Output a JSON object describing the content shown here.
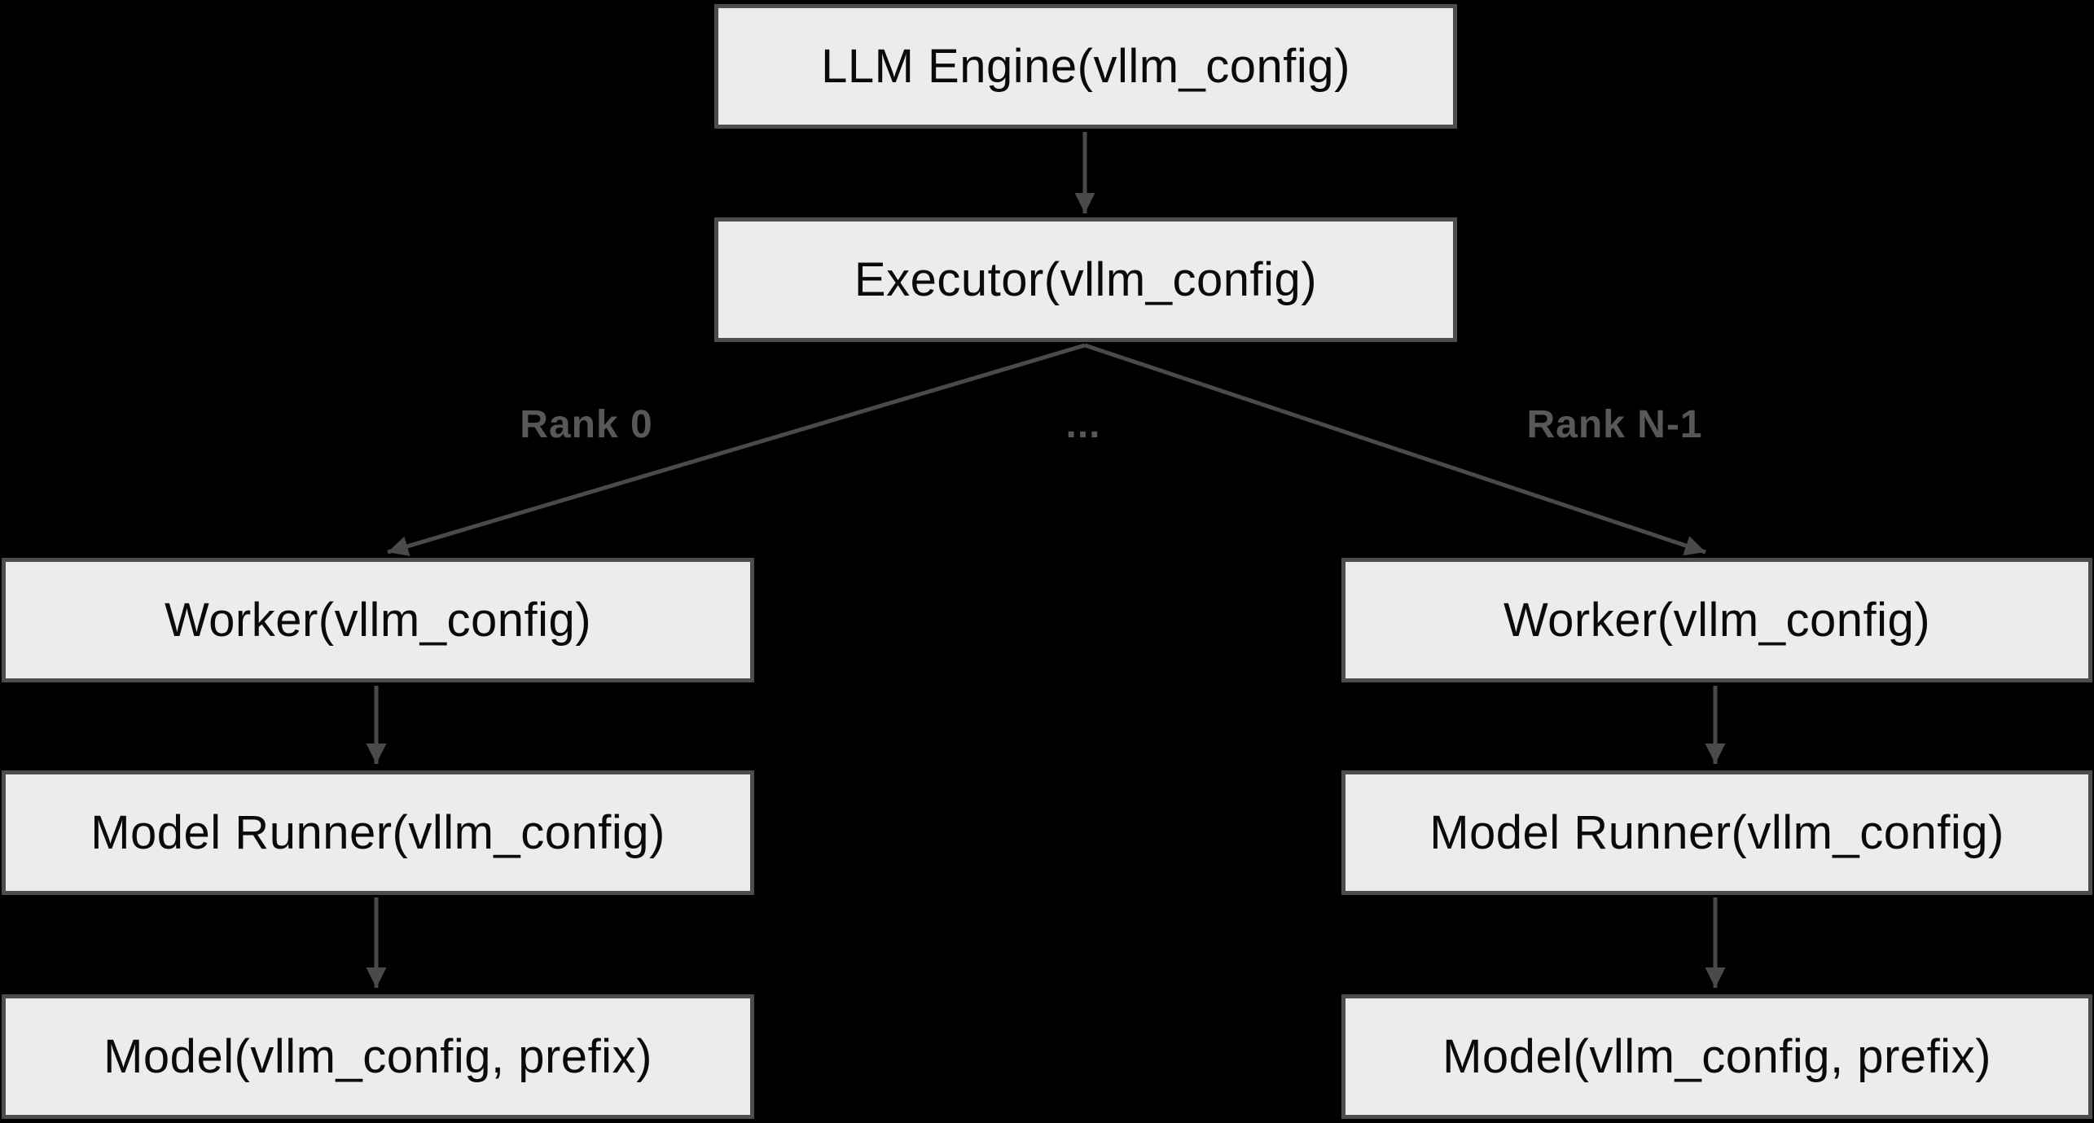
{
  "colors": {
    "bg": "#000000",
    "box_fill": "#ececec",
    "box_border": "#4d4d4f",
    "box_text": "#0a0a0a",
    "arrow_color": "#4a4a4b",
    "label_color": "#58585a"
  },
  "diagram": {
    "nodes": {
      "llm_engine": {
        "label": "LLM Engine(vllm_config)"
      },
      "executor": {
        "label": "Executor(vllm_config)"
      },
      "worker_left": {
        "label": "Worker(vllm_config)"
      },
      "model_runner_left": {
        "label": "Model Runner(vllm_config)"
      },
      "model_left": {
        "label": "Model(vllm_config, prefix)"
      },
      "worker_right": {
        "label": "Worker(vllm_config)"
      },
      "model_runner_right": {
        "label": "Model Runner(vllm_config)"
      },
      "model_right": {
        "label": "Model(vllm_config, prefix)"
      }
    },
    "edge_labels": {
      "rank0": "Rank 0",
      "ellipsis": "...",
      "rank_n": "Rank N-1"
    }
  }
}
